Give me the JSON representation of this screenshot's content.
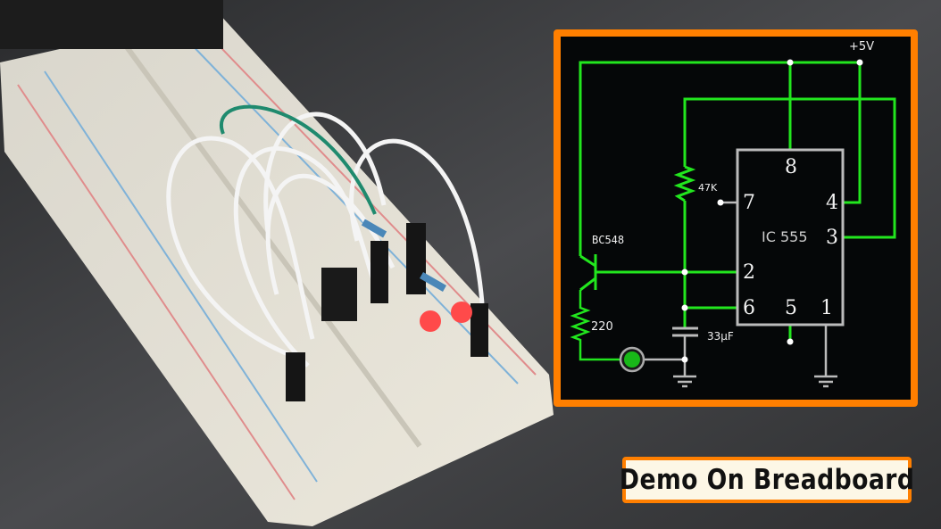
{
  "schematic": {
    "supply_label": "+5V",
    "ic_label": "IC 555",
    "pins": {
      "p8": "8",
      "p7": "7",
      "p4": "4",
      "p3": "3",
      "p2": "2",
      "p6": "6",
      "p5": "5",
      "p1": "1"
    },
    "transistor_label": "BC548",
    "resistor_top_label": "47K",
    "resistor_bottom_label": "220",
    "capacitor_label": "33µF",
    "wire_color": "#22e61e",
    "frame_color": "#ff7f00"
  },
  "caption": {
    "text": "Demo On Breadboard"
  }
}
